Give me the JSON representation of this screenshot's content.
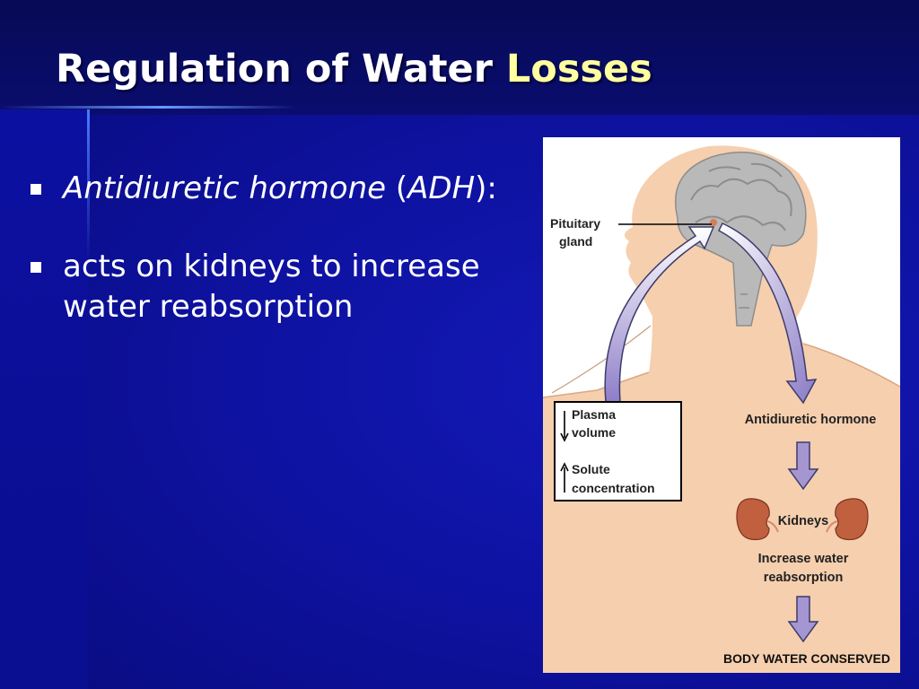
{
  "slide": {
    "title_main": "Regulation of Water",
    "title_highlight": "Losses"
  },
  "bullets": [
    {
      "term": "Antidiuretic hormone",
      "open": " (",
      "abbr": "ADH",
      "close": "):"
    },
    {
      "text": "acts on kidneys to increase water reabsorption"
    }
  ],
  "figure": {
    "pituitary_line1": "Pituitary",
    "pituitary_line2": "gland",
    "plasma_line1": "Plasma",
    "plasma_line2": "volume",
    "solute_line1": "Solute",
    "solute_line2": "concentration",
    "adh_label": "Antidiuretic hormone",
    "kidneys_label": "Kidneys",
    "increase_line1": "Increase water",
    "increase_line2": "reabsorption",
    "result_label": "BODY WATER CONSERVED"
  },
  "colors": {
    "background": "#0e12a0",
    "title": "#ffffff",
    "title_highlight": "#ffffa0",
    "arrow_fill": "#9f8fd0",
    "skin": "#f6cfae",
    "brain": "#b8b8b8",
    "kidney": "#c0603f"
  }
}
